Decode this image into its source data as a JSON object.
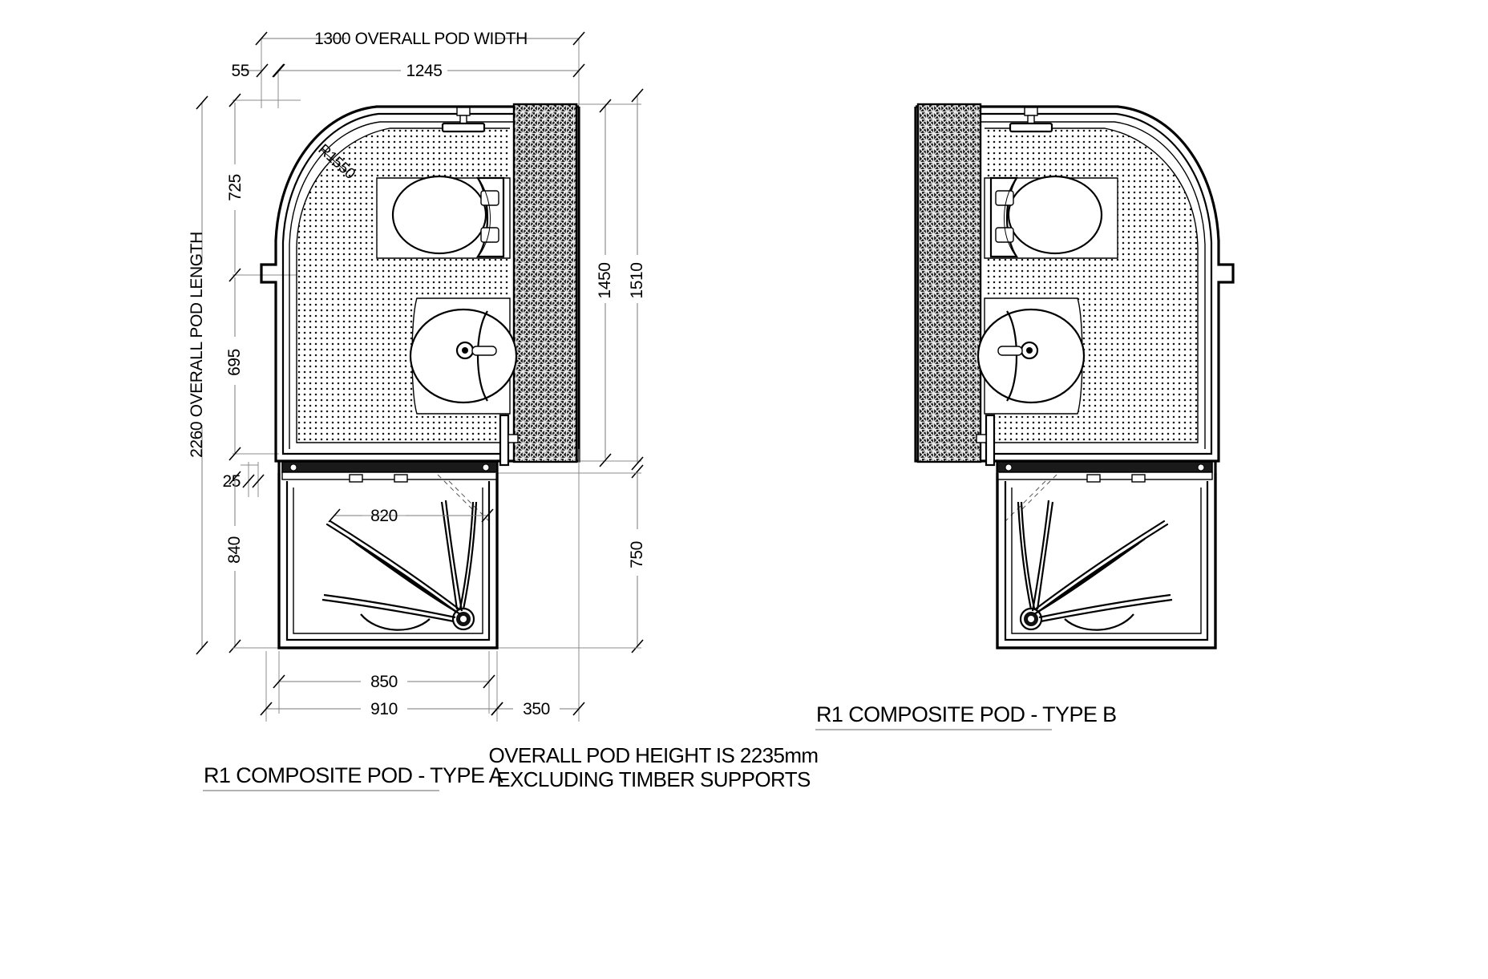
{
  "drawing": {
    "title_note_line1": "OVERALL POD HEIGHT IS 2235mm",
    "title_note_line2": "EXCLUDING TIMBER SUPPORTS",
    "type_a_title": "R1 COMPOSITE POD - TYPE A",
    "type_b_title": "R1 COMPOSITE POD - TYPE B"
  },
  "dimensions": {
    "overall_width": "1300 OVERALL POD WIDTH",
    "inner_width": "1245",
    "wall_offset": "55",
    "overall_length": "2260 OVERALL POD LENGTH",
    "top_seg": "725",
    "mid_seg": "695",
    "small_seg": "25",
    "tray_len": "840",
    "right_inner": "1450",
    "right_outer": "1510",
    "tray_right": "750",
    "tray_opening": "820",
    "tray_width": "850",
    "tray_outer_width": "910",
    "step_width": "350",
    "radius": "R1550"
  },
  "chart_data": {
    "type": "table",
    "title": "R1 COMPOSITE POD FLOOR PLANS",
    "series": [
      {
        "name": "R1 COMPOSITE POD - TYPE A",
        "values": [
          {
            "label": "1300 OVERALL POD WIDTH",
            "value": 1300,
            "unit": "mm",
            "axis": "horizontal"
          },
          {
            "label": "1245",
            "value": 1245,
            "unit": "mm",
            "axis": "horizontal"
          },
          {
            "label": "55",
            "value": 55,
            "unit": "mm",
            "axis": "horizontal"
          },
          {
            "label": "2260 OVERALL POD LENGTH",
            "value": 2260,
            "unit": "mm",
            "axis": "vertical"
          },
          {
            "label": "725",
            "value": 725,
            "unit": "mm",
            "axis": "vertical"
          },
          {
            "label": "695",
            "value": 695,
            "unit": "mm",
            "axis": "vertical"
          },
          {
            "label": "25",
            "value": 25,
            "unit": "mm",
            "axis": "vertical"
          },
          {
            "label": "840",
            "value": 840,
            "unit": "mm",
            "axis": "vertical"
          },
          {
            "label": "1450",
            "value": 1450,
            "unit": "mm",
            "axis": "vertical"
          },
          {
            "label": "1510",
            "value": 1510,
            "unit": "mm",
            "axis": "vertical"
          },
          {
            "label": "820",
            "value": 820,
            "unit": "mm",
            "axis": "horizontal"
          },
          {
            "label": "850",
            "value": 850,
            "unit": "mm",
            "axis": "horizontal"
          },
          {
            "label": "910",
            "value": 910,
            "unit": "mm",
            "axis": "horizontal"
          },
          {
            "label": "350",
            "value": 350,
            "unit": "mm",
            "axis": "horizontal"
          },
          {
            "label": "R1550",
            "value": 1550,
            "unit": "mm",
            "axis": "radius"
          }
        ]
      },
      {
        "name": "R1 COMPOSITE POD - TYPE B",
        "values": [
          {
            "label": "750",
            "value": 750,
            "unit": "mm",
            "axis": "vertical"
          }
        ]
      }
    ],
    "annotations": [
      "OVERALL POD HEIGHT IS 2235mm",
      "EXCLUDING TIMBER SUPPORTS"
    ],
    "xlabel": "",
    "ylabel": ""
  }
}
